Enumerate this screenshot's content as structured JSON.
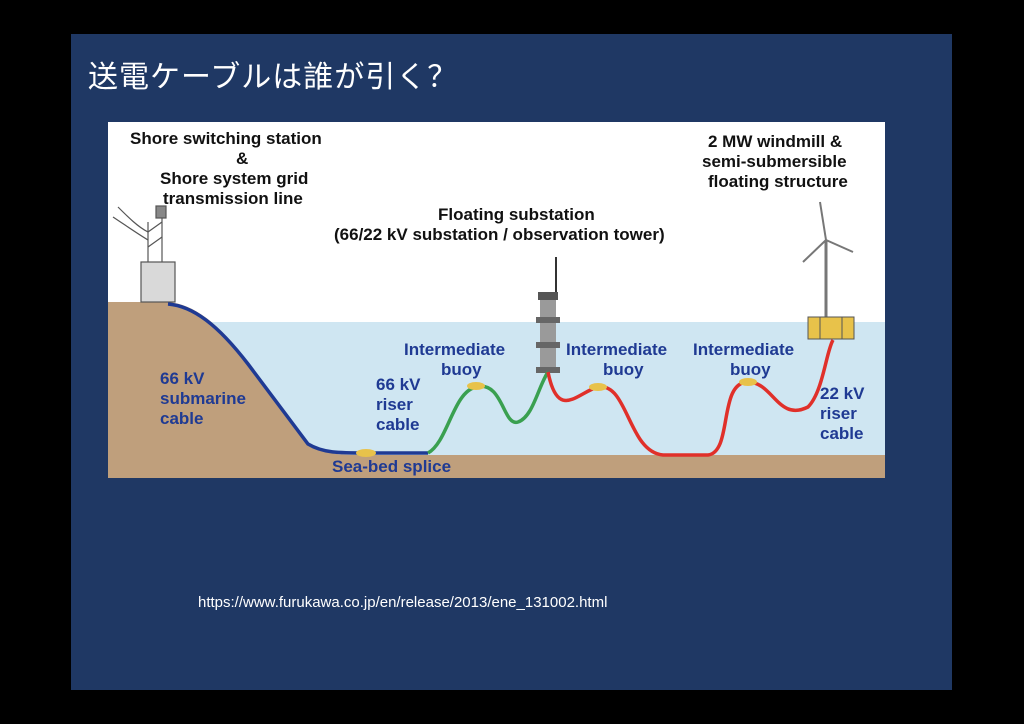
{
  "slide": {
    "title": "送電ケーブルは誰が引く？",
    "source_url": "https://www.furukawa.co.jp/en/release/2013/ene_131002.html"
  },
  "diagram": {
    "labels": {
      "shore_line1": "Shore switching station",
      "shore_line2": "&",
      "shore_line3": "Shore system grid",
      "shore_line4": "transmission line",
      "substation_line1": "Floating substation",
      "substation_line2": "(66/22 kV substation / observation tower)",
      "windmill_line1": "2 MW windmill &",
      "windmill_line2": "semi-submersible",
      "windmill_line3": "floating structure",
      "submarine_line1": "66 kV",
      "submarine_line2": "submarine",
      "submarine_line3": "cable",
      "riser66_line1": "66 kV",
      "riser66_line2": "riser",
      "riser66_line3": "cable",
      "buoy1_line1": "Intermediate",
      "buoy1_line2": "buoy",
      "buoy2_line1": "Intermediate",
      "buoy2_line2": "buoy",
      "buoy3_line1": "Intermediate",
      "buoy3_line2": "buoy",
      "riser22_line1": "22 kV",
      "riser22_line2": "riser",
      "riser22_line3": "cable",
      "splice": "Sea-bed splice"
    },
    "colors": {
      "sea": "#cfe6f2",
      "ground": "#bf9f7c",
      "cable_66kv": "#1f3a93",
      "cable_riser": "#3aa050",
      "cable_22kv": "#e0302a",
      "label_blue": "#1f3a93",
      "label_black": "#111111"
    }
  }
}
